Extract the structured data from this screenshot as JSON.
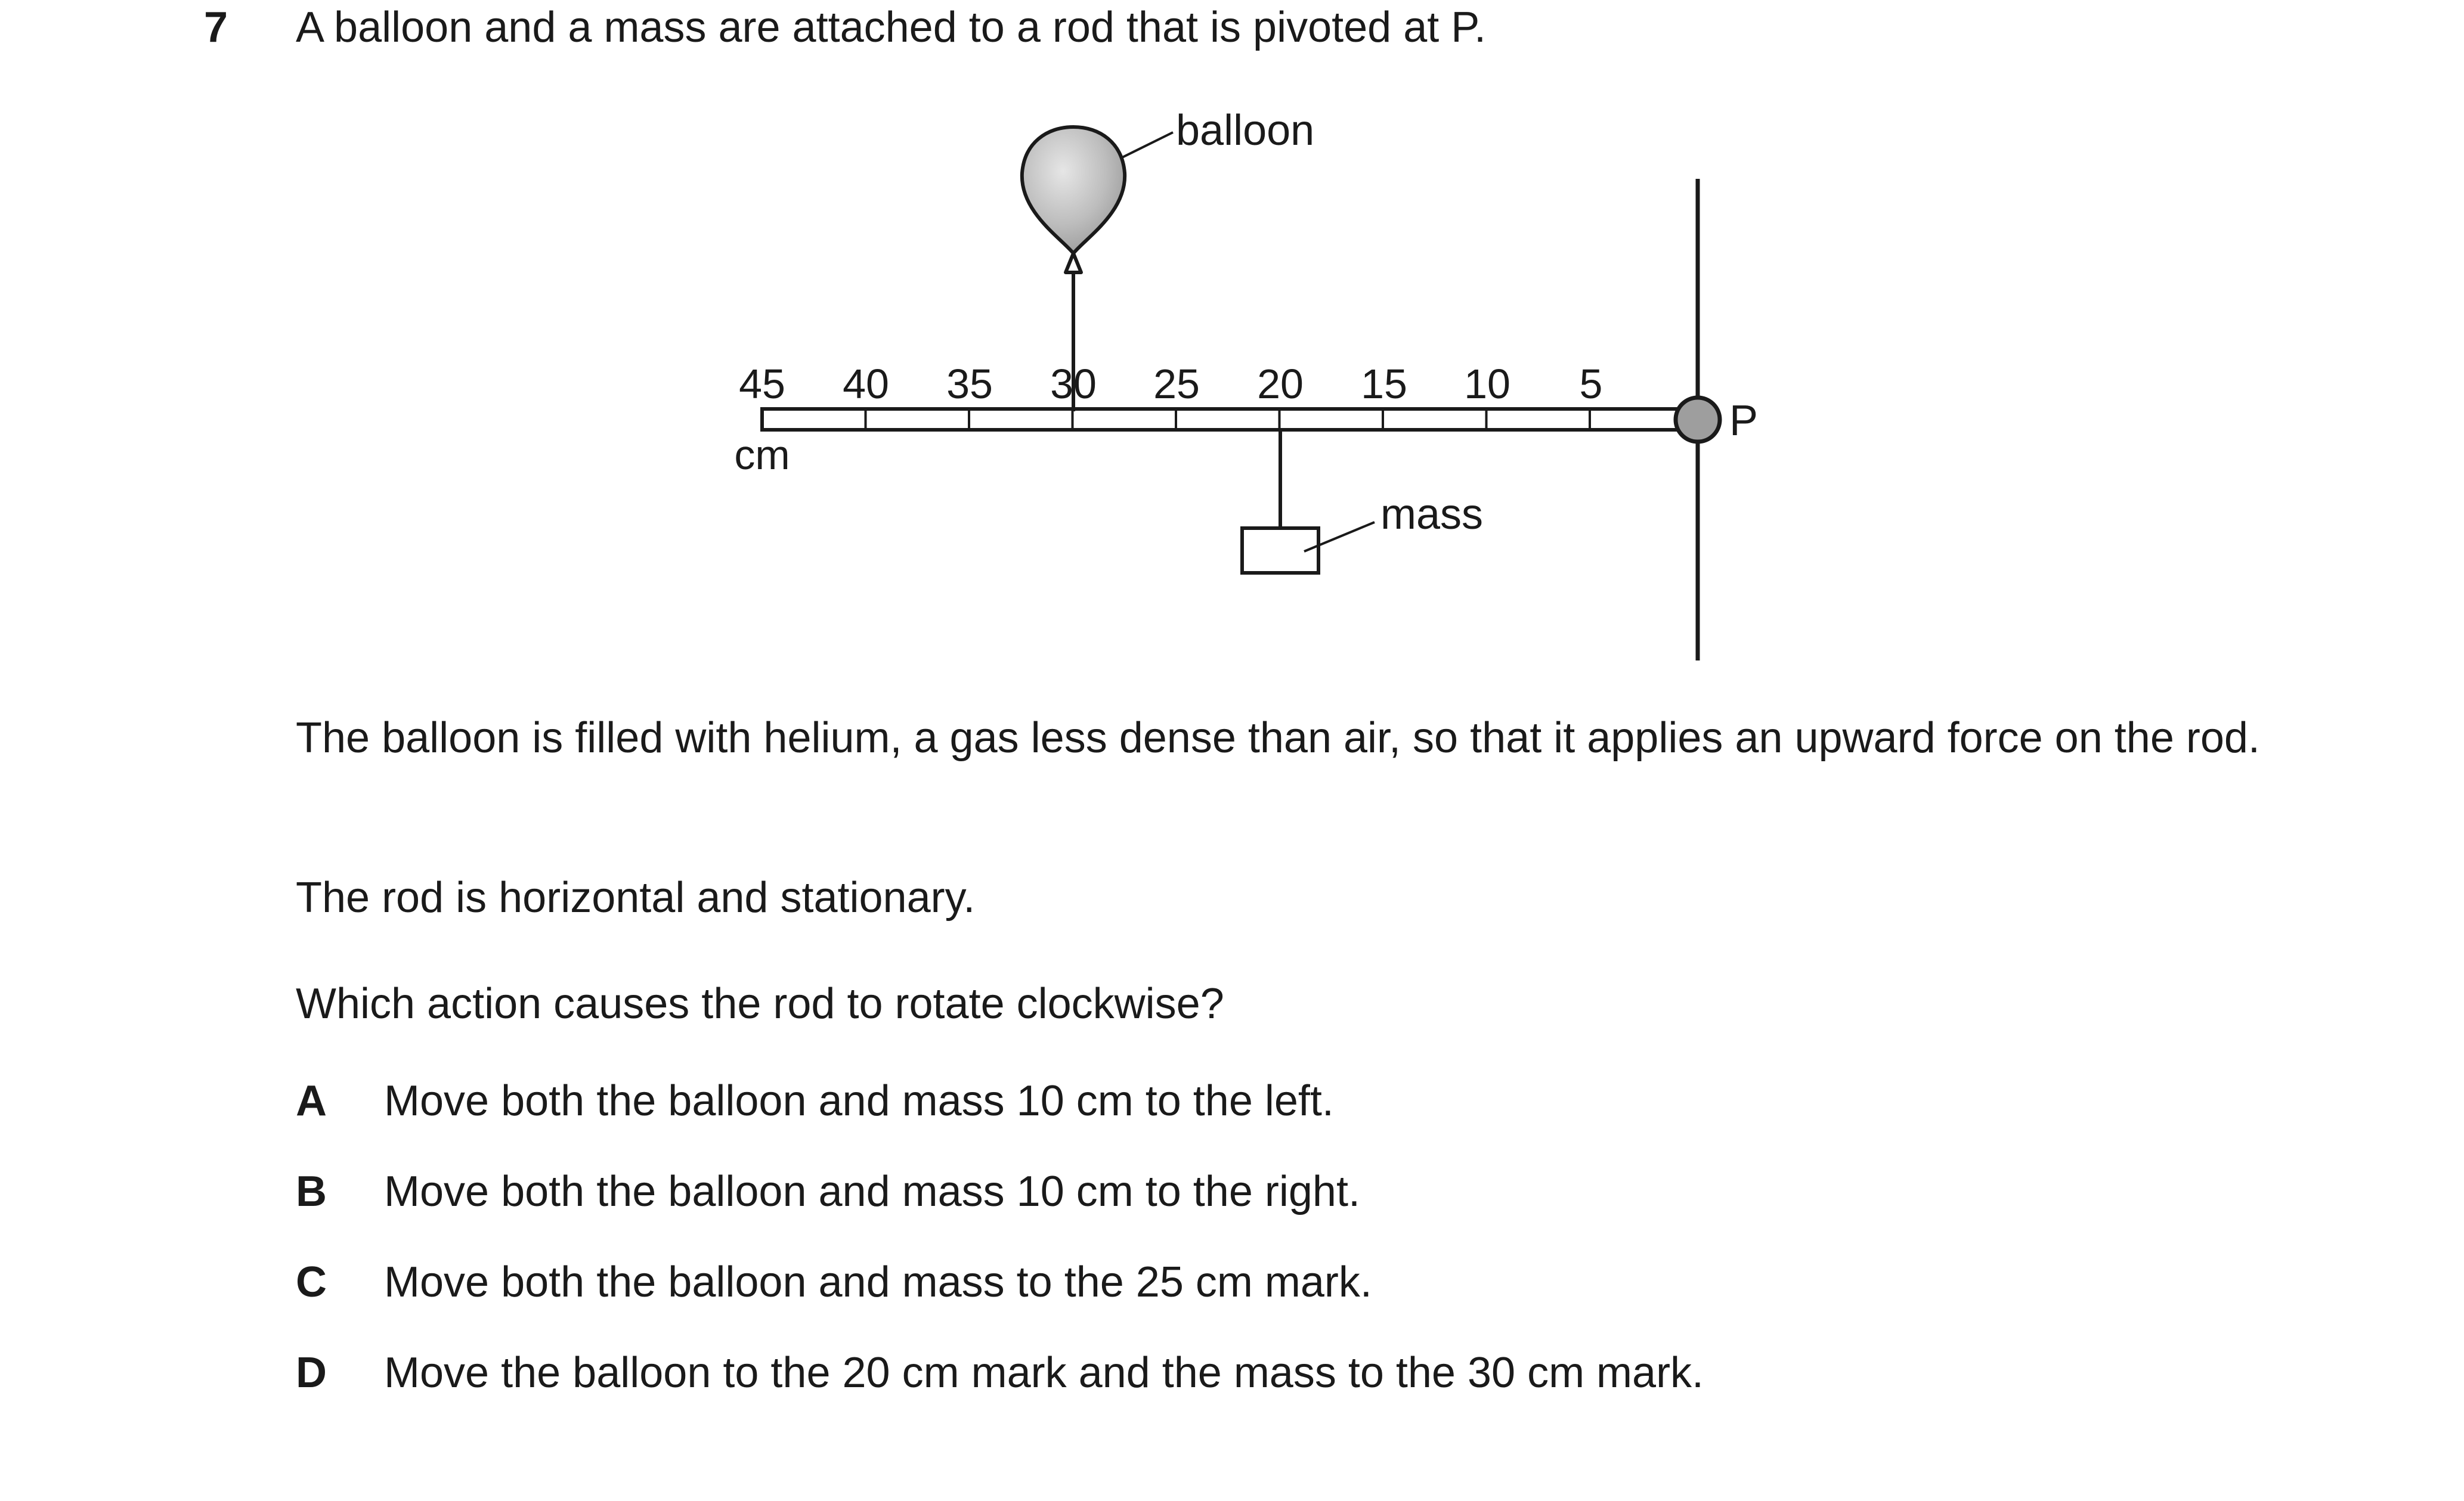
{
  "question": {
    "number": "7",
    "intro": "A balloon and a mass are attached to a rod that is pivoted at P."
  },
  "diagram": {
    "balloon_label": "balloon",
    "mass_label": "mass",
    "pivot_label": "P",
    "unit_label": "cm",
    "scale_marks": [
      "45",
      "40",
      "35",
      "30",
      "25",
      "20",
      "15",
      "10",
      "5"
    ],
    "balloon_position_cm": 30,
    "mass_position_cm": 20
  },
  "body": {
    "paragraph1": "The balloon is filled with helium, a gas less dense than air, so that it applies an upward force on the rod.",
    "paragraph2": "The rod is horizontal and stationary.",
    "paragraph3": "Which action causes the rod to rotate clockwise?"
  },
  "options": [
    {
      "letter": "A",
      "text": "Move both the balloon and mass 10 cm to the left."
    },
    {
      "letter": "B",
      "text": "Move both the balloon and mass 10 cm to the right."
    },
    {
      "letter": "C",
      "text": "Move both the balloon and mass to the 25 cm mark."
    },
    {
      "letter": "D",
      "text": "Move the balloon to the 20 cm mark and the mass to the 30 cm mark."
    }
  ]
}
